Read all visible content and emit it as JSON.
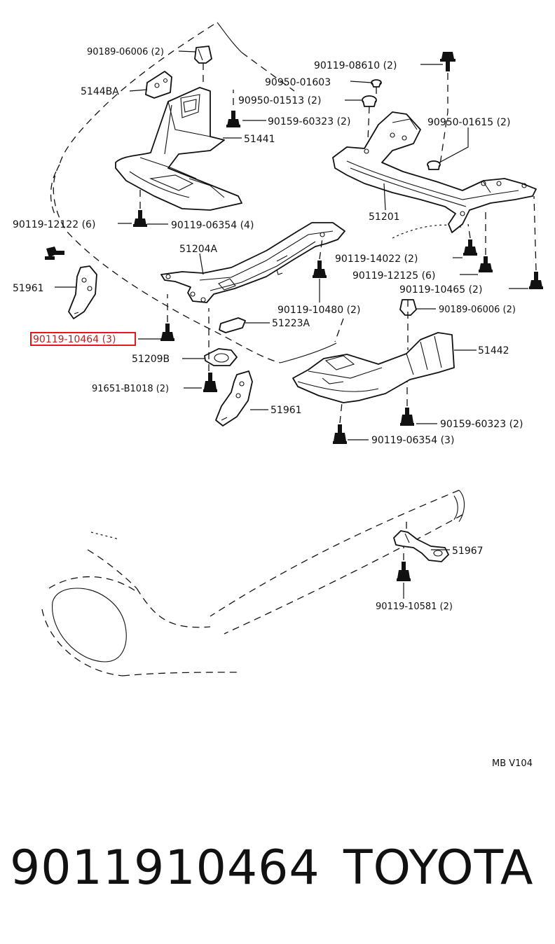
{
  "diagram": {
    "code": "MB V104",
    "highlight_color": "#e0191f",
    "labels": {
      "p9018906006_top": "90189-06006 (2)",
      "p5144BA": "5144BA",
      "p9095001603": "90950-01603",
      "p9011908610": "90119-08610 (2)",
      "p9095001513": "90950-01513 (2)",
      "p9015960323_top": "90159-60323 (2)",
      "p9095001615": "90950-01615 (2)",
      "p51441": "51441",
      "p51201": "51201",
      "p9011912122": "90119-12122 (6)",
      "p9011906354_top": "90119-06354 (4)",
      "p51204A": "51204A",
      "p9011914022": "90119-14022 (2)",
      "p9011912125": "90119-12125 (6)",
      "p51961_left": "51961",
      "p9011910465": "90119-10465 (2)",
      "p9011910480": "90119-10480 (2)",
      "p9018906006_bottom": "90189-06006 (2)",
      "p51223A": "51223A",
      "p9011910464": "90119-10464 (3)",
      "p51442": "51442",
      "p51209B": "51209B",
      "p91651B1018": "91651-B1018 (2)",
      "p51961_bottom": "51961",
      "p9015960323_bottom": "90159-60323 (2)",
      "p9011906354_bottom": "90119-06354 (3)",
      "p51967": "51967",
      "p9011910581": "90119-10581 (2)"
    }
  },
  "footer": {
    "part_number": "9011910464",
    "brand": "TOYOTA"
  }
}
